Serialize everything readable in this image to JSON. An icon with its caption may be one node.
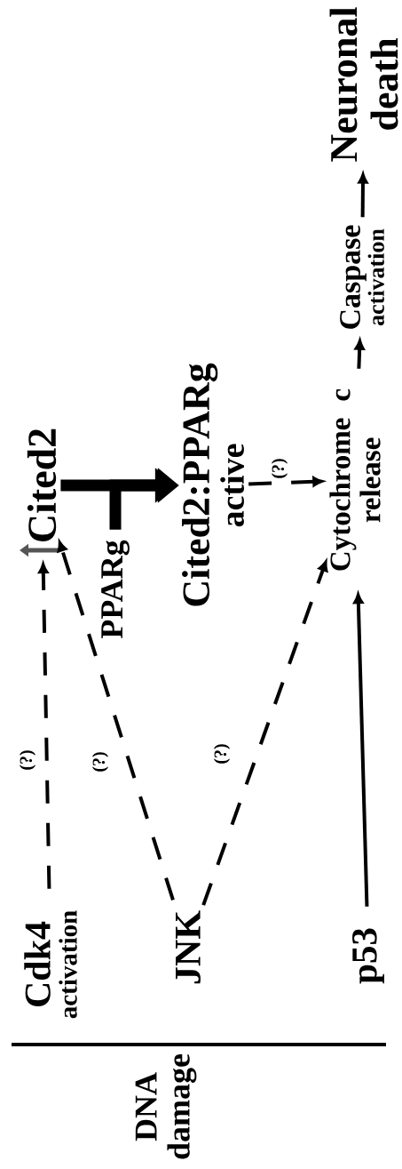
{
  "diagram": {
    "nodes": [
      {
        "text": [
          "DNA damage"
        ]
      },
      {
        "text": [
          "Cdk4",
          "activation"
        ]
      },
      {
        "text": [
          "JNK"
        ]
      },
      {
        "text": [
          "p53"
        ]
      },
      {
        "text": [
          "Cited2"
        ]
      },
      {
        "text": [
          "PPARg"
        ]
      },
      {
        "text": [
          "Cited2:PPARg",
          "active"
        ]
      },
      {
        "text": [
          "Cytochrome c release"
        ]
      },
      {
        "text": [
          "Caspase",
          "activation"
        ]
      },
      {
        "text": [
          "Neuronal death"
        ]
      }
    ],
    "edges": [
      {
        "from": 1,
        "to": 4,
        "arrow": "to",
        "style": "dashed",
        "label": "(?)"
      },
      {
        "from": 2,
        "to": 4,
        "arrow": "to",
        "style": "dashed",
        "label": "(?)"
      },
      {
        "from": 4,
        "to": 6,
        "arrow": "to",
        "style": "thick"
      },
      {
        "from": 5,
        "to": 6,
        "arrow": "to",
        "style": "thick"
      },
      {
        "from": 2,
        "to": 7,
        "arrow": "to",
        "style": "dashed",
        "label": "(?)"
      },
      {
        "from": 3,
        "to": 7,
        "arrow": "to"
      },
      {
        "from": 6,
        "to": 7,
        "arrow": "to",
        "style": "dashed",
        "label": "(?)"
      },
      {
        "from": 7,
        "to": 8,
        "arrow": "to"
      },
      {
        "from": 8,
        "to": 9,
        "arrow": "to"
      }
    ]
  }
}
